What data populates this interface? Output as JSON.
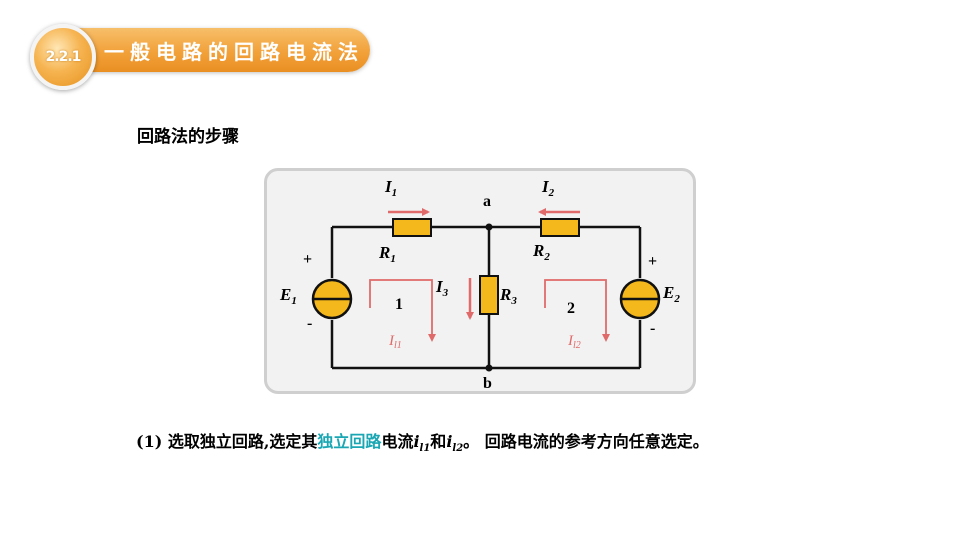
{
  "header": {
    "section_number": "2.2.1",
    "title": "一般电路的回路电流法"
  },
  "heading": "回路法的步骤",
  "circuit": {
    "I1": "I",
    "I1_sub": "1",
    "I2": "I",
    "I2_sub": "2",
    "I3": "I",
    "I3_sub": "3",
    "R1": "R",
    "R1_sub": "1",
    "R2": "R",
    "R2_sub": "2",
    "R3": "R",
    "R3_sub": "3",
    "E1": "E",
    "E1_sub": "1",
    "E2": "E",
    "E2_sub": "2",
    "node_a": "a",
    "node_b": "b",
    "plus_left": "+",
    "minus_left": "-",
    "plus_right": "+",
    "minus_right": "-",
    "loop1_num": "1",
    "loop2_num": "2",
    "Il1": "I",
    "Il1_sub": "l1",
    "Il2": "I",
    "Il2_sub": "l2",
    "colors": {
      "resistor": "#f4b81c",
      "arrow": "#e06a6a",
      "wire": "#111111",
      "panel": "#f2f2f2"
    }
  },
  "body": {
    "part1": "(1) 选取独立回路,选定其",
    "highlight": "独立回路",
    "part2": "电流",
    "i1": "i",
    "i1_sub": "l1",
    "conj": "和",
    "i2": "i",
    "i2_sub": "l2",
    "part3": "。 回路电流的参考方向任意选定。"
  }
}
